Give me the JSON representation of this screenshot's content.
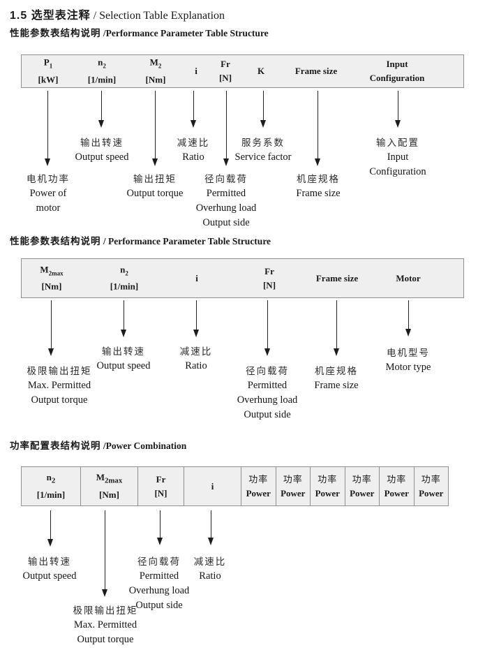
{
  "title": {
    "zh": "1.5 选型表注释",
    "en": " /  Selection Table Explanation"
  },
  "sections": [
    {
      "heading": {
        "zh": "性能参数表结构说明",
        "en": " /Performance Parameter Table Structure"
      },
      "columns": [
        {
          "line1": "P",
          "sub": "1",
          "line2": "[kW]"
        },
        {
          "line1": "n",
          "sub": "2",
          "line2": "[1/min]"
        },
        {
          "line1": "M",
          "sub": "2",
          "line2": "[Nm]"
        },
        {
          "line1": "i"
        },
        {
          "line1": "Fr",
          "line2": "[N]"
        },
        {
          "line1": "K"
        },
        {
          "line1": "Frame size"
        },
        {
          "line1": "Input",
          "line2": "Configuration"
        }
      ],
      "callouts": [
        {
          "zh": "电机功率",
          "en": [
            "Power of",
            "motor"
          ]
        },
        {
          "zh": "输出转速",
          "en": [
            "Output speed"
          ]
        },
        {
          "zh": "输出扭矩",
          "en": [
            "Output torque"
          ]
        },
        {
          "zh": "减速比",
          "en": [
            "Ratio"
          ]
        },
        {
          "zh": "径向载荷",
          "en": [
            "Permitted",
            "Overhung load",
            "Output side"
          ]
        },
        {
          "zh": "服务系数",
          "en": [
            "Service factor"
          ]
        },
        {
          "zh": "机座规格",
          "en": [
            "Frame size"
          ]
        },
        {
          "zh": "输入配置",
          "en": [
            "Input",
            "Configuration"
          ]
        }
      ]
    },
    {
      "heading": {
        "zh": "性能参数表结构说明",
        "en": " / Performance Parameter Table Structure"
      },
      "columns": [
        {
          "line1": "M",
          "sub": "2max",
          "line2": "[Nm]"
        },
        {
          "line1": "n",
          "sub": "2",
          "line2": "[1/min]"
        },
        {
          "line1": "i"
        },
        {
          "line1": "Fr",
          "line2": "[N]"
        },
        {
          "line1": "Frame size"
        },
        {
          "line1": "Motor"
        }
      ],
      "callouts": [
        {
          "zh": "极限输出扭矩",
          "en": [
            "Max. Permitted",
            "Output  torque"
          ]
        },
        {
          "zh": "输出转速",
          "en": [
            "Output speed"
          ]
        },
        {
          "zh": "减速比",
          "en": [
            "Ratio"
          ]
        },
        {
          "zh": "径向载荷",
          "en": [
            "Permitted",
            "Overhung load",
            "Output side"
          ]
        },
        {
          "zh": "机座规格",
          "en": [
            "Frame size"
          ]
        },
        {
          "zh": "电机型号",
          "en": [
            "Motor type"
          ]
        }
      ]
    },
    {
      "heading": {
        "zh": "功率配置表结构说明",
        "en": " /Power Combination"
      },
      "columns": [
        {
          "line1": "n",
          "sub": "2",
          "line2": "[1/min]"
        },
        {
          "line1": "M",
          "sub": "2max",
          "line2": "[Nm]"
        },
        {
          "line1": "Fr",
          "line2": "[N]"
        },
        {
          "line1": "i"
        },
        {
          "line1": "功率",
          "line2": "Power"
        },
        {
          "line1": "功率",
          "line2": "Power"
        },
        {
          "line1": "功率",
          "line2": "Power"
        },
        {
          "line1": "功率",
          "line2": "Power"
        },
        {
          "line1": "功率",
          "line2": "Power"
        },
        {
          "line1": "功率",
          "line2": "Power"
        }
      ],
      "callouts": [
        {
          "zh": "输出转速",
          "en": [
            "Output speed"
          ]
        },
        {
          "zh": "极限输出扭矩",
          "en": [
            "Max. Permitted",
            "Output  torque"
          ]
        },
        {
          "zh": "径向载荷",
          "en": [
            "Permitted",
            "Overhung load",
            "Output side"
          ]
        },
        {
          "zh": "减速比",
          "en": [
            "Ratio"
          ]
        }
      ]
    }
  ]
}
